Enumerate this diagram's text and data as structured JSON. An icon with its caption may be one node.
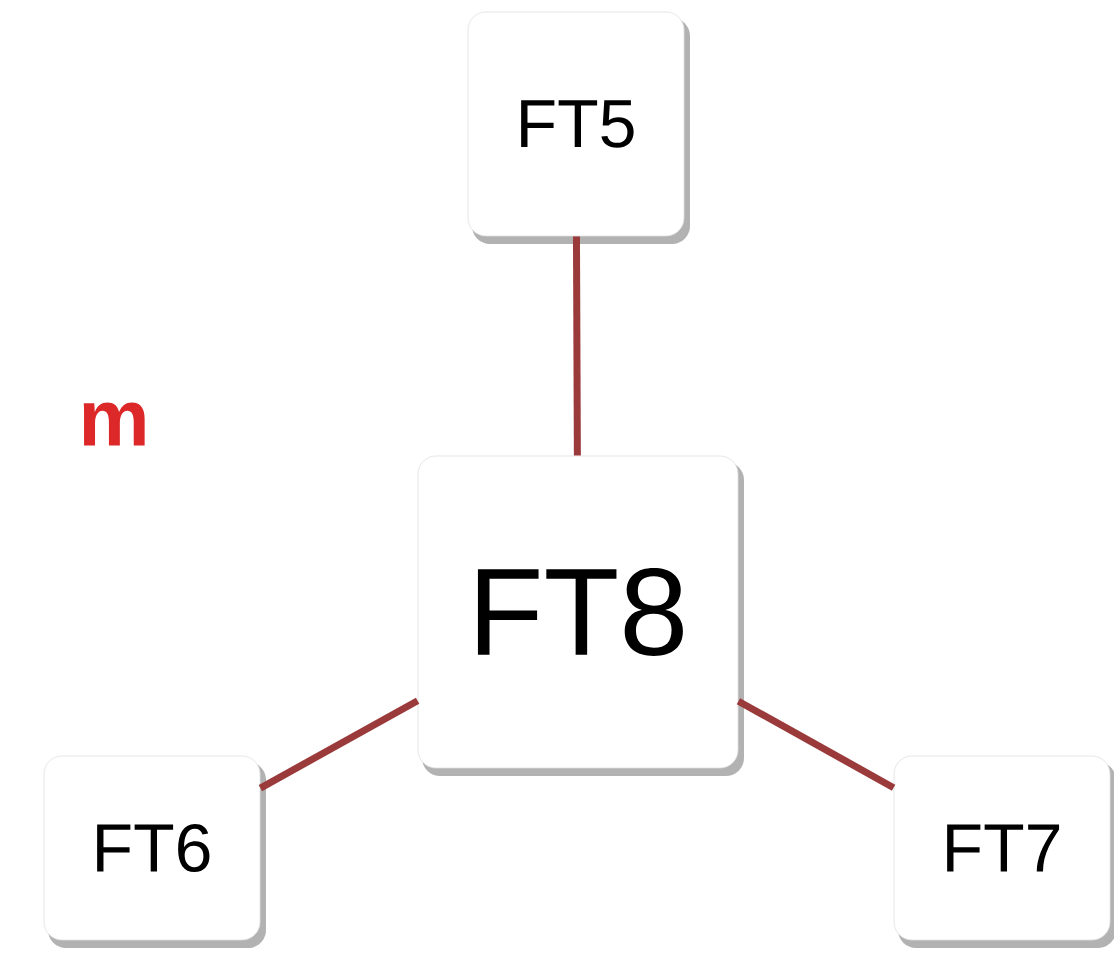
{
  "diagram": {
    "nodes": [
      {
        "text": [
          "FT5"
        ]
      },
      {
        "text": [
          "FT8"
        ]
      },
      {
        "text": [
          "FT6"
        ]
      },
      {
        "text": [
          "FT7"
        ]
      }
    ],
    "edges": [
      {
        "from": 1,
        "to": 0,
        "arrow": "none"
      },
      {
        "from": 1,
        "to": 2,
        "arrow": "none"
      },
      {
        "from": 1,
        "to": 3,
        "arrow": "none"
      }
    ],
    "labels": [
      "m"
    ]
  }
}
